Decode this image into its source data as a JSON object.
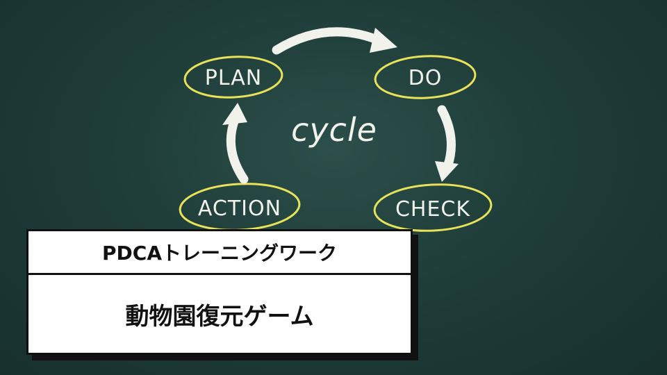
{
  "cycle": {
    "center_label": "cycle",
    "steps": [
      {
        "label": "PLAN"
      },
      {
        "label": "DO"
      },
      {
        "label": "CHECK"
      },
      {
        "label": "ACTION"
      }
    ]
  },
  "title_card": {
    "subtitle": "PDCAトレーニングワーク",
    "title": "動物園復元ゲーム"
  },
  "colors": {
    "board": "#1f3d39",
    "ellipse_stroke": "#e8e25a",
    "chalk": "#f2f2ec"
  }
}
